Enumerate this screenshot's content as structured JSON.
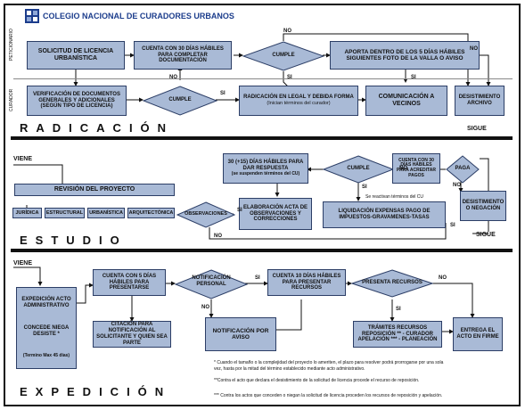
{
  "header": {
    "title": "COLEGIO NACIONAL DE CURADORES URBANOS"
  },
  "lanes": {
    "peticionario": "PETICIONARIO",
    "curador": "CURADOR"
  },
  "sections": {
    "radicacion": "RADICACIÓN",
    "estudio": "ESTUDIO",
    "expedicion": "EXPEDICIÓN"
  },
  "radicacion": {
    "solicitud": "SOLICITUD DE LICENCIA URBANÍSTICA",
    "cuenta30": "CUENTA CON 30 DÍAS HÁBILES PARA COMPLETAR DOCUMENTACIÓN",
    "cumple_top": "CUMPLE",
    "aporta": "APORTA DENTRO DE LOS 5 DÍAS HÁBILES SIGUIENTES FOTO DE LA VALLA O AVISO",
    "verificacion": "VERIFICACIÓN DE DOCUMENTOS GENERALES Y ADICIONALES (SEGÚN TIPO DE LICENCIA)",
    "cumple_mid": "CUMPLE",
    "radicacion_legal": "RADICACIÓN EN LEGAL Y DEBIDA FORMA",
    "radicacion_legal_sub": "(Inician términos del curador)",
    "comunicacion": "COMUNICACIÓN A VECINOS",
    "desistimiento": "DESISTIMIENTO ARCHIVO",
    "sigue": "SIGUE"
  },
  "estudio": {
    "viene": "VIENE",
    "revision": "REVISIÓN DEL PROYECTO",
    "juridica": "JURÍDICA",
    "estructural": "ESTRUCTURAL",
    "urbanistica": "URBANÍSTICA",
    "arquitectonica": "ARQUITECTÓNICA",
    "observaciones": "OBSERVACIONES",
    "dias30": "30 (+15) DÍAS HÁBILES PARA DAR RESPUESTA",
    "dias30_sub": "(se suspenden términos del CU)",
    "elaboracion": "ELABORACIÓN ACTA DE OBSERVACIONES Y CORRECCIONES",
    "cumple": "CUMPLE",
    "cuenta30": "CUENTA CON 30 DÍAS HÁBILES PARA ACREDITAR PAGOS",
    "paga": "PAGA",
    "reactivan": "Se reactivan términos del CU",
    "liquidacion": "LIQUIDACIÓN EXPENSAS PAGO DE IMPUESTOS-GRAVAMENES-TASAS",
    "desistimiento": "DESISTIMIENTO O NEGACIÓN",
    "sigue": "SIGUE"
  },
  "expedicion": {
    "viene": "VIENE",
    "acto": "EXPEDICIÓN ACTO ADMINISTRATIVO",
    "acto_opts": "CONCEDE NIEGA DESISTE *",
    "termino": "(Termino Max 45 días)",
    "cuenta5": "CUENTA CON 5 DÍAS HÁBILES PARA PRESENTARSE",
    "notif_personal": "NOTIFICACIÓN PERSONAL",
    "cuenta10": "CUENTA 10 DÍAS HÁBILES PARA PRESENTAR RECURSOS",
    "presenta": "PRESENTA RECURSOS",
    "citacion": "CITACIÓN PARA NOTIFICACIÓN AL SOLICITANTE Y QUIEN SEA PARTE",
    "notif_aviso": "NOTIFICACIÓN POR AVISO",
    "tramites": "TRÁMITES RECURSOS REPOSICIÓN ** - CURADOR APELACIÓN *** - PLANEACIÓN",
    "entrega": "ENTREGA EL ACTO EN FIRME",
    "note1": "* Cuando el tamaño o la complejidad del proyecto lo ameriten, el plazo para resolver podrá prorrogarse por una sola vez, hasta por la mitad del término establecido mediante acto administrativo.",
    "note1a": "* Cuando el tamaño o la complejidad del proyecto lo ameriten, el plazo para resolver podrá prorrogarse por una sola",
    "note1b": "vez, hasta por la mitad del término establecido mediante acto administrativo.",
    "note2": "**Contra el acto que declara el desistimiento de la solicitud de licencia procede el recurso de reposición.",
    "note3": "*** Contra los actos que conceden o niegan la solicitud de licencia proceden los recursos de reposición y apelación."
  },
  "decision_labels": {
    "si": "SI",
    "no": "NO"
  }
}
